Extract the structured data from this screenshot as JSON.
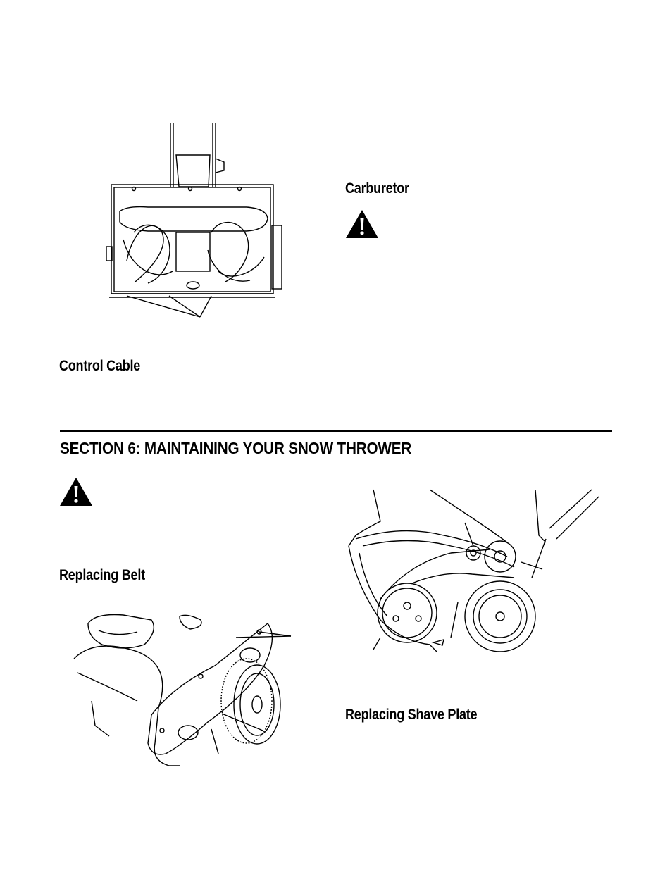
{
  "headings": {
    "carburetor": "Carburetor",
    "control_cable": "Control Cable",
    "replacing_belt": "Replacing Belt",
    "replacing_shave_plate": "Replacing Shave Plate"
  },
  "section": {
    "title": "SECTION 6:  MAINTAINING YOUR SNOW THROWER"
  },
  "icons": {
    "warning": "warning-triangle-icon"
  },
  "colors": {
    "ink": "#000000",
    "paper": "#ffffff"
  }
}
